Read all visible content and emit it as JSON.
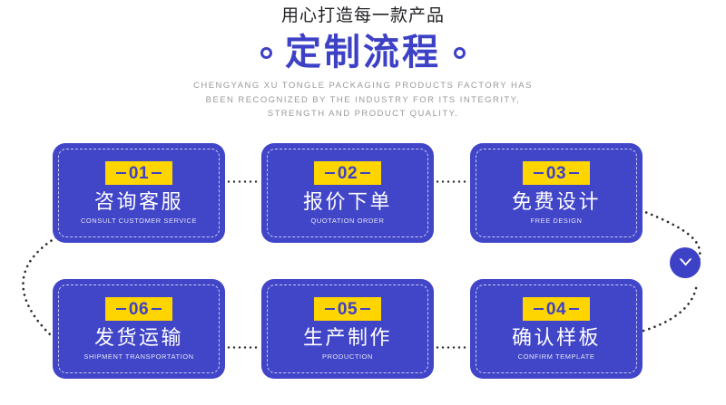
{
  "header": {
    "kicker": "用心打造每一款产品",
    "title": "定制流程",
    "ring_left_icon": "circle-outline-icon",
    "ring_right_icon": "circle-outline-icon",
    "subtitle_line1": "CHENGYANG XU TONGLE PACKAGING PRODUCTS FACTORY HAS",
    "subtitle_line2": "BEEN RECOGNIZED BY THE INDUSTRY FOR ITS INTEGRITY,",
    "subtitle_line3": "STRENGTH AND PRODUCT QUALITY."
  },
  "colors": {
    "card_blue": "#4145c8",
    "accent_blue": "#3d41c6",
    "badge_yellow": "#ffd500",
    "dashed_border": "#c9cbee",
    "dot_connector": "#2b2b2b",
    "subtitle_gray": "#9a9a9e",
    "kicker_dark": "#222326",
    "card_text_white": "#ffffff",
    "background": "#ffffff"
  },
  "steps": [
    {
      "number": "01",
      "cn": "咨询客服",
      "en": "CONSULT CUSTOMER SERVICE"
    },
    {
      "number": "02",
      "cn": "报价下单",
      "en": "QUOTATION ORDER"
    },
    {
      "number": "03",
      "cn": "免费设计",
      "en": "FREE DESIGN"
    },
    {
      "number": "04",
      "cn": "确认样板",
      "en": "CONFIRM TEMPLATE"
    },
    {
      "number": "05",
      "cn": "生产制作",
      "en": "PRODUCTION"
    },
    {
      "number": "06",
      "cn": "发货运输",
      "en": "SHIPMENT TRANSPORTATION"
    }
  ],
  "flow": {
    "arrow_icon": "chevron-down-icon",
    "connector_icon": "dotted-line-icon",
    "curve_left_icon": "dotted-curve-icon",
    "curve_right_icon": "dotted-curve-icon"
  }
}
